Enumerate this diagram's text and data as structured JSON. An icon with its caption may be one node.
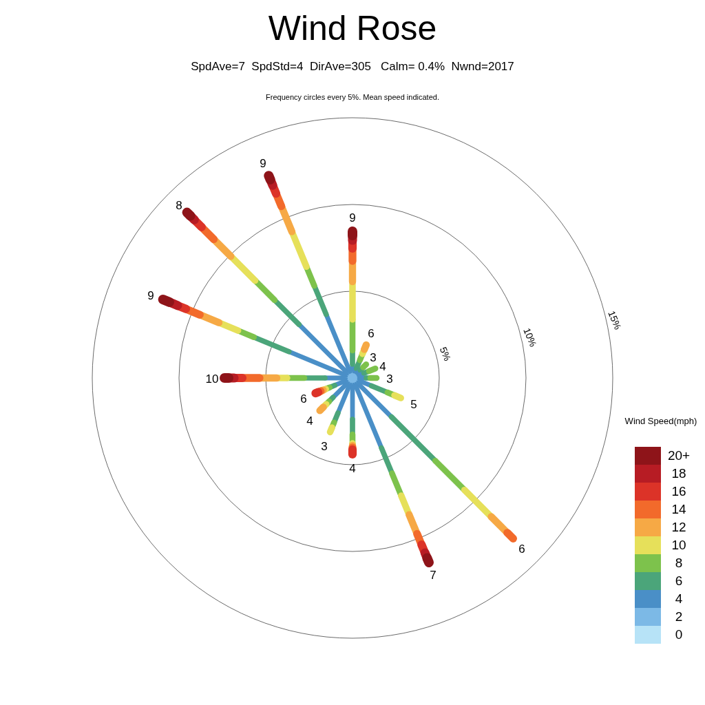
{
  "diagram": {
    "title": "Wind Rose",
    "labels": [
      "SpdAve=7  SpdStd=4  DirAve=305   Calm= 0.4%  Nwnd=2017",
      "Frequency circles every 5%. Mean speed indicated.",
      "9",
      "8",
      "9",
      "9",
      "15%",
      "6",
      "10%",
      "3",
      "5%",
      "4",
      "10",
      "3",
      "6",
      "5",
      "Wind Speed(mph)",
      "4",
      "3",
      "4",
      "6",
      "7"
    ],
    "legend": [
      {
        "text": "20+",
        "color": "#8e1419"
      },
      {
        "text": "18",
        "color": "#b71c24"
      },
      {
        "text": "16",
        "color": "#dc3328"
      },
      {
        "text": "14",
        "color": "#f26a2b"
      },
      {
        "text": "12",
        "color": "#f6a945"
      },
      {
        "text": "10",
        "color": "#e6e05a"
      },
      {
        "text": "8",
        "color": "#7dc24c"
      },
      {
        "text": "6",
        "color": "#4ba57a"
      },
      {
        "text": "4",
        "color": "#4a8fc7"
      },
      {
        "text": "2",
        "color": "#7cb9e6"
      },
      {
        "text": "0",
        "color": "#b7e3f7"
      }
    ]
  }
}
